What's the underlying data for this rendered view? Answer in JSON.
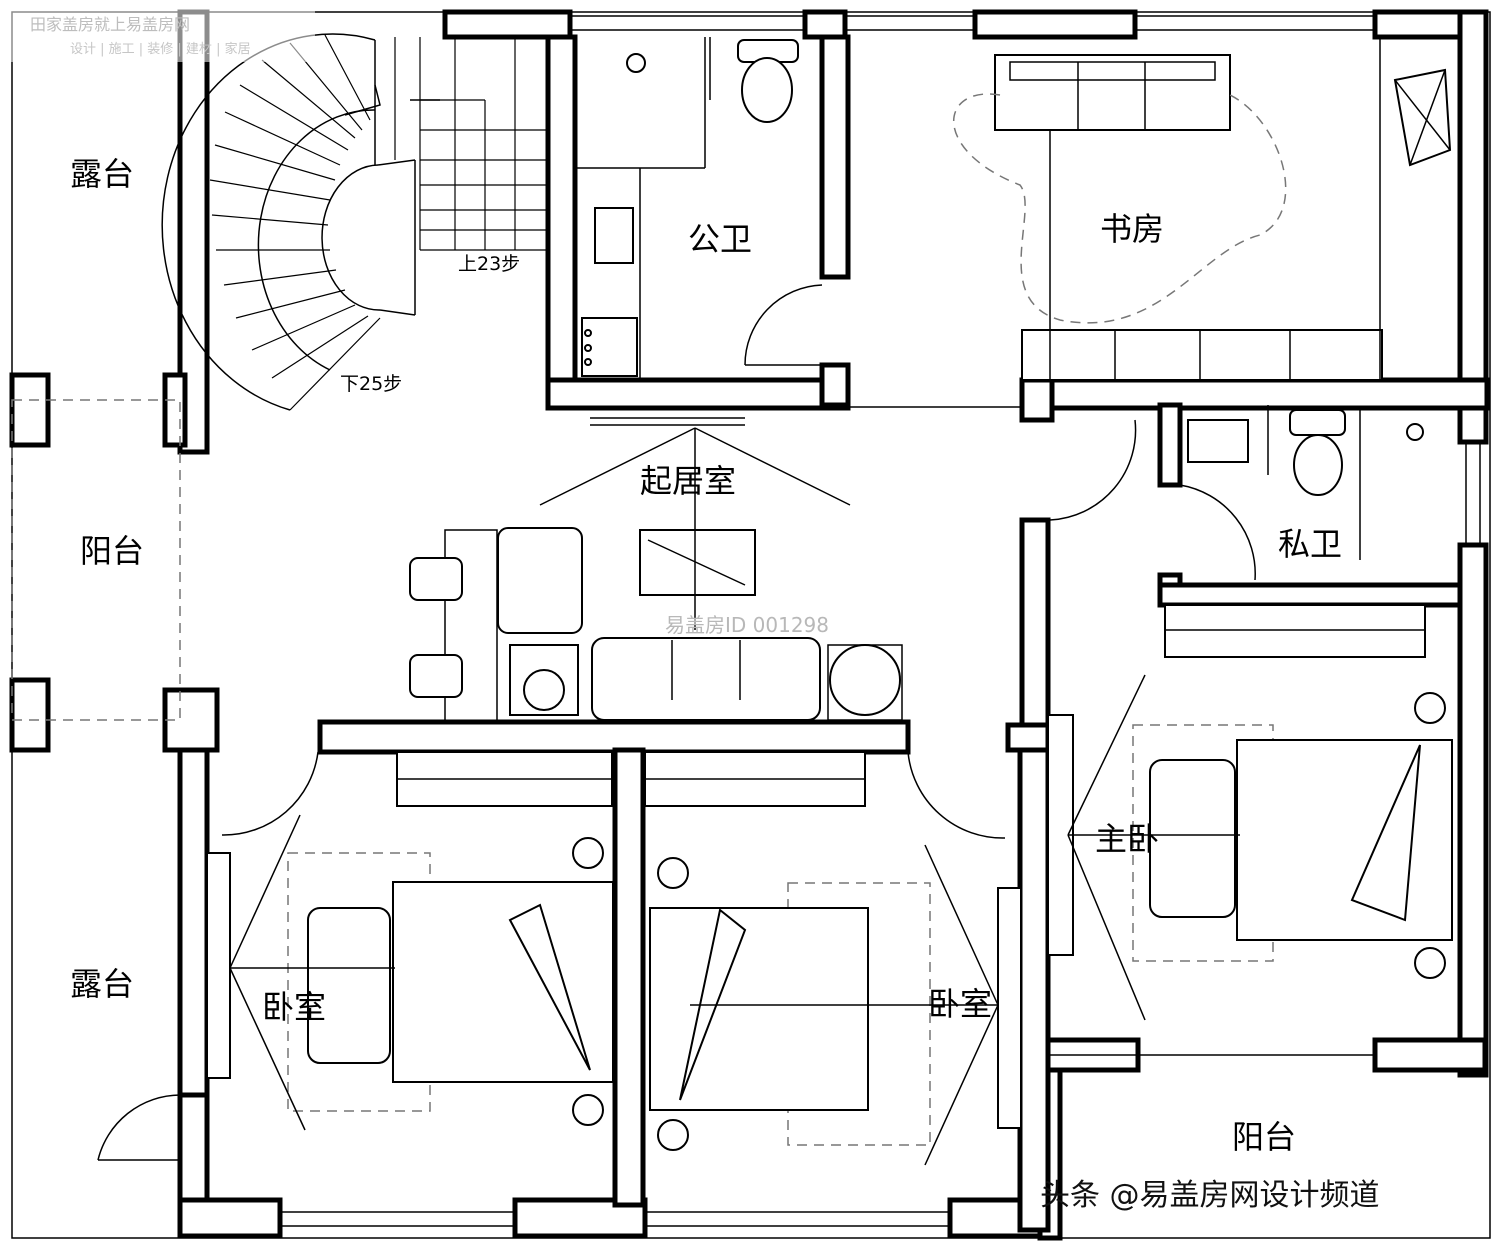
{
  "corner_logo": {
    "title": "田家盖房就上易盖房网",
    "subtitle": "设计 | 施工 | 装修 | 建材 | 家居"
  },
  "rooms": {
    "terrace_top": "露台",
    "terrace_bottom": "露台",
    "balcony_left": "阳台",
    "balcony_right": "阳台",
    "public_bath": "公卫",
    "study": "书房",
    "living": "起居室",
    "private_bath": "私卫",
    "master_bed": "主卧",
    "bedroom_left": "卧室",
    "bedroom_middle": "卧室"
  },
  "stair": {
    "up_label": "上23步",
    "down_label": "下25步"
  },
  "watermark": "易盖房ID 001298",
  "credit": "头条 @易盖房网设计频道"
}
